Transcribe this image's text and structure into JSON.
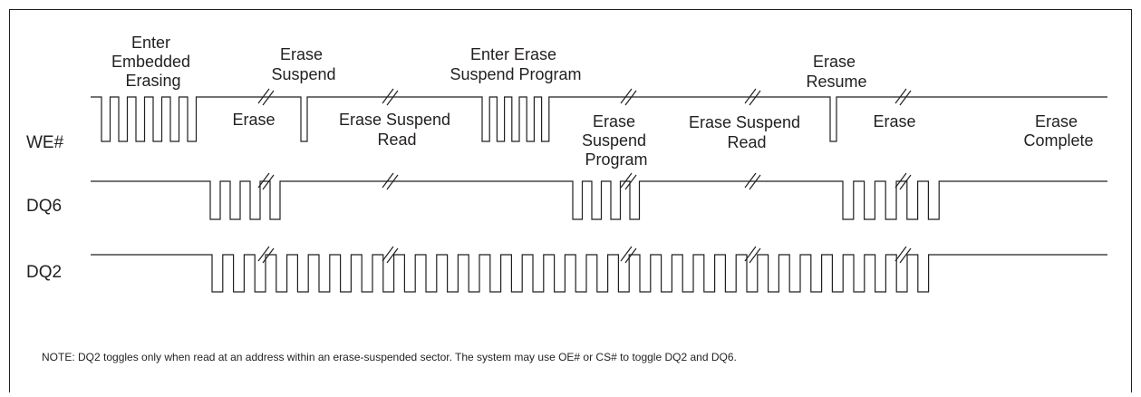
{
  "signals": [
    {
      "id": "we",
      "name": "WE#"
    },
    {
      "id": "dq6",
      "name": "DQ6"
    },
    {
      "id": "dq2",
      "name": "DQ2"
    }
  ],
  "labels": {
    "enter_embedded_erasing": [
      "Enter",
      "Embedded",
      "Erasing"
    ],
    "erase_suspend": [
      "Erase",
      "Suspend"
    ],
    "enter_erase_suspend_program": [
      "Enter Erase",
      "Suspend Program"
    ],
    "erase_resume": [
      "Erase",
      "Resume"
    ],
    "erase_1": [
      "Erase"
    ],
    "erase_suspend_read_1": [
      "Erase Suspend",
      "Read"
    ],
    "erase_suspend_program": [
      "Erase",
      "Suspend",
      "Program"
    ],
    "erase_suspend_read_2": [
      "Erase Suspend",
      "Read"
    ],
    "erase_2": [
      "Erase"
    ],
    "erase_complete": [
      "Erase",
      "Complete"
    ]
  },
  "note": "NOTE: DQ2 toggles only when read at an address within an erase-suspended sector. The system may use OE# or CS# to toggle DQ2 and DQ6."
}
